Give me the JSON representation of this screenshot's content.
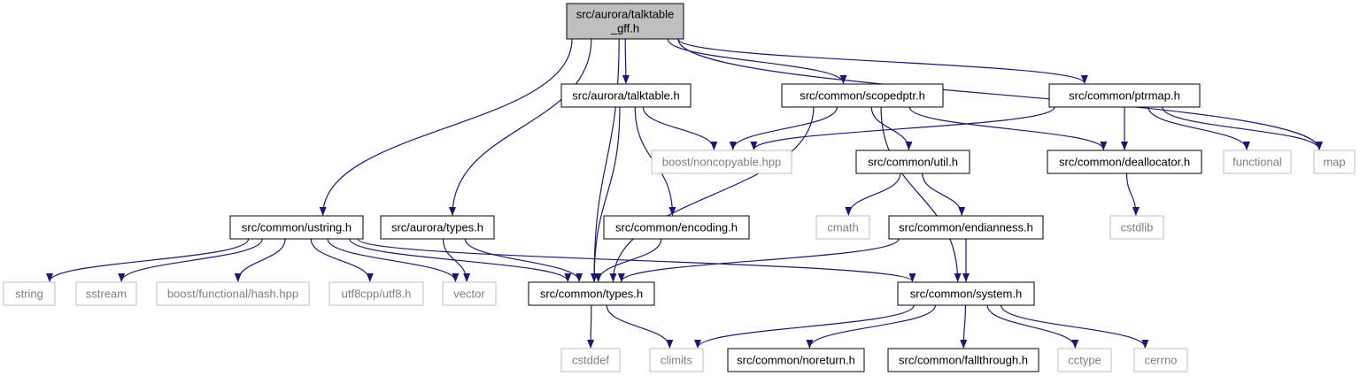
{
  "colors": {
    "edge": "#191970",
    "documented_border": "#000000",
    "undocumented_border": "#bfbfbf",
    "undocumented_text": "#7f7f7f",
    "root_fill": "#bfbfbf",
    "text": "#000000"
  },
  "nodes": [
    {
      "id": "root",
      "lines": [
        "src/aurora/talktable",
        "_gff.h"
      ],
      "style": "root"
    },
    {
      "id": "aurora_talktable",
      "lines": [
        "src/aurora/talktable.h"
      ],
      "style": "documented"
    },
    {
      "id": "common_scopedptr",
      "lines": [
        "src/common/scopedptr.h"
      ],
      "style": "documented"
    },
    {
      "id": "common_ptrmap",
      "lines": [
        "src/common/ptrmap.h"
      ],
      "style": "documented"
    },
    {
      "id": "boost_noncopyable",
      "lines": [
        "boost/noncopyable.hpp"
      ],
      "style": "undocumented"
    },
    {
      "id": "common_util",
      "lines": [
        "src/common/util.h"
      ],
      "style": "documented"
    },
    {
      "id": "common_deallocator",
      "lines": [
        "src/common/deallocator.h"
      ],
      "style": "documented"
    },
    {
      "id": "functional",
      "lines": [
        "functional"
      ],
      "style": "undocumented"
    },
    {
      "id": "map",
      "lines": [
        "map"
      ],
      "style": "undocumented"
    },
    {
      "id": "cstdlib",
      "lines": [
        "cstdlib"
      ],
      "style": "undocumented"
    },
    {
      "id": "cmath",
      "lines": [
        "cmath"
      ],
      "style": "undocumented"
    },
    {
      "id": "common_endianness",
      "lines": [
        "src/common/endianness.h"
      ],
      "style": "documented"
    },
    {
      "id": "common_encoding",
      "lines": [
        "src/common/encoding.h"
      ],
      "style": "documented"
    },
    {
      "id": "common_ustring",
      "lines": [
        "src/common/ustring.h"
      ],
      "style": "documented"
    },
    {
      "id": "aurora_types",
      "lines": [
        "src/aurora/types.h"
      ],
      "style": "documented"
    },
    {
      "id": "string",
      "lines": [
        "string"
      ],
      "style": "undocumented"
    },
    {
      "id": "sstream",
      "lines": [
        "sstream"
      ],
      "style": "undocumented"
    },
    {
      "id": "boost_hash",
      "lines": [
        "boost/functional/hash.hpp"
      ],
      "style": "undocumented"
    },
    {
      "id": "utf8",
      "lines": [
        "utf8cpp/utf8.h"
      ],
      "style": "undocumented"
    },
    {
      "id": "vector",
      "lines": [
        "vector"
      ],
      "style": "undocumented"
    },
    {
      "id": "common_types",
      "lines": [
        "src/common/types.h"
      ],
      "style": "documented"
    },
    {
      "id": "common_system",
      "lines": [
        "src/common/system.h"
      ],
      "style": "documented"
    },
    {
      "id": "cstddef",
      "lines": [
        "cstddef"
      ],
      "style": "undocumented"
    },
    {
      "id": "climits",
      "lines": [
        "climits"
      ],
      "style": "undocumented"
    },
    {
      "id": "common_noreturn",
      "lines": [
        "src/common/noreturn.h"
      ],
      "style": "documented"
    },
    {
      "id": "common_fallthrough",
      "lines": [
        "src/common/fallthrough.h"
      ],
      "style": "documented"
    },
    {
      "id": "cctype",
      "lines": [
        "cctype"
      ],
      "style": "undocumented"
    },
    {
      "id": "cerrno",
      "lines": [
        "cerrno"
      ],
      "style": "undocumented"
    }
  ],
  "edges": [
    [
      "root",
      "aurora_talktable"
    ],
    [
      "root",
      "common_scopedptr"
    ],
    [
      "root",
      "common_ptrmap"
    ],
    [
      "root",
      "map"
    ],
    [
      "root",
      "common_ustring"
    ],
    [
      "root",
      "aurora_types"
    ],
    [
      "root",
      "common_types"
    ],
    [
      "aurora_talktable",
      "boost_noncopyable"
    ],
    [
      "aurora_talktable",
      "common_encoding"
    ],
    [
      "aurora_talktable",
      "common_types"
    ],
    [
      "common_scopedptr",
      "boost_noncopyable"
    ],
    [
      "common_scopedptr",
      "common_util"
    ],
    [
      "common_scopedptr",
      "common_deallocator"
    ],
    [
      "common_scopedptr",
      "common_types"
    ],
    [
      "common_scopedptr",
      "common_system"
    ],
    [
      "common_ptrmap",
      "boost_noncopyable"
    ],
    [
      "common_ptrmap",
      "common_deallocator"
    ],
    [
      "common_ptrmap",
      "functional"
    ],
    [
      "common_ptrmap",
      "map"
    ],
    [
      "common_deallocator",
      "cstdlib"
    ],
    [
      "common_util",
      "cmath"
    ],
    [
      "common_util",
      "common_endianness"
    ],
    [
      "common_endianness",
      "common_types"
    ],
    [
      "common_endianness",
      "common_system"
    ],
    [
      "common_encoding",
      "common_types"
    ],
    [
      "common_ustring",
      "string"
    ],
    [
      "common_ustring",
      "sstream"
    ],
    [
      "common_ustring",
      "boost_hash"
    ],
    [
      "common_ustring",
      "utf8"
    ],
    [
      "common_ustring",
      "vector"
    ],
    [
      "common_ustring",
      "common_types"
    ],
    [
      "common_ustring",
      "common_system"
    ],
    [
      "aurora_types",
      "vector"
    ],
    [
      "aurora_types",
      "common_types"
    ],
    [
      "common_types",
      "cstddef"
    ],
    [
      "common_types",
      "climits"
    ],
    [
      "common_system",
      "climits"
    ],
    [
      "common_system",
      "common_noreturn"
    ],
    [
      "common_system",
      "common_fallthrough"
    ],
    [
      "common_system",
      "cctype"
    ],
    [
      "common_system",
      "cerrno"
    ]
  ]
}
